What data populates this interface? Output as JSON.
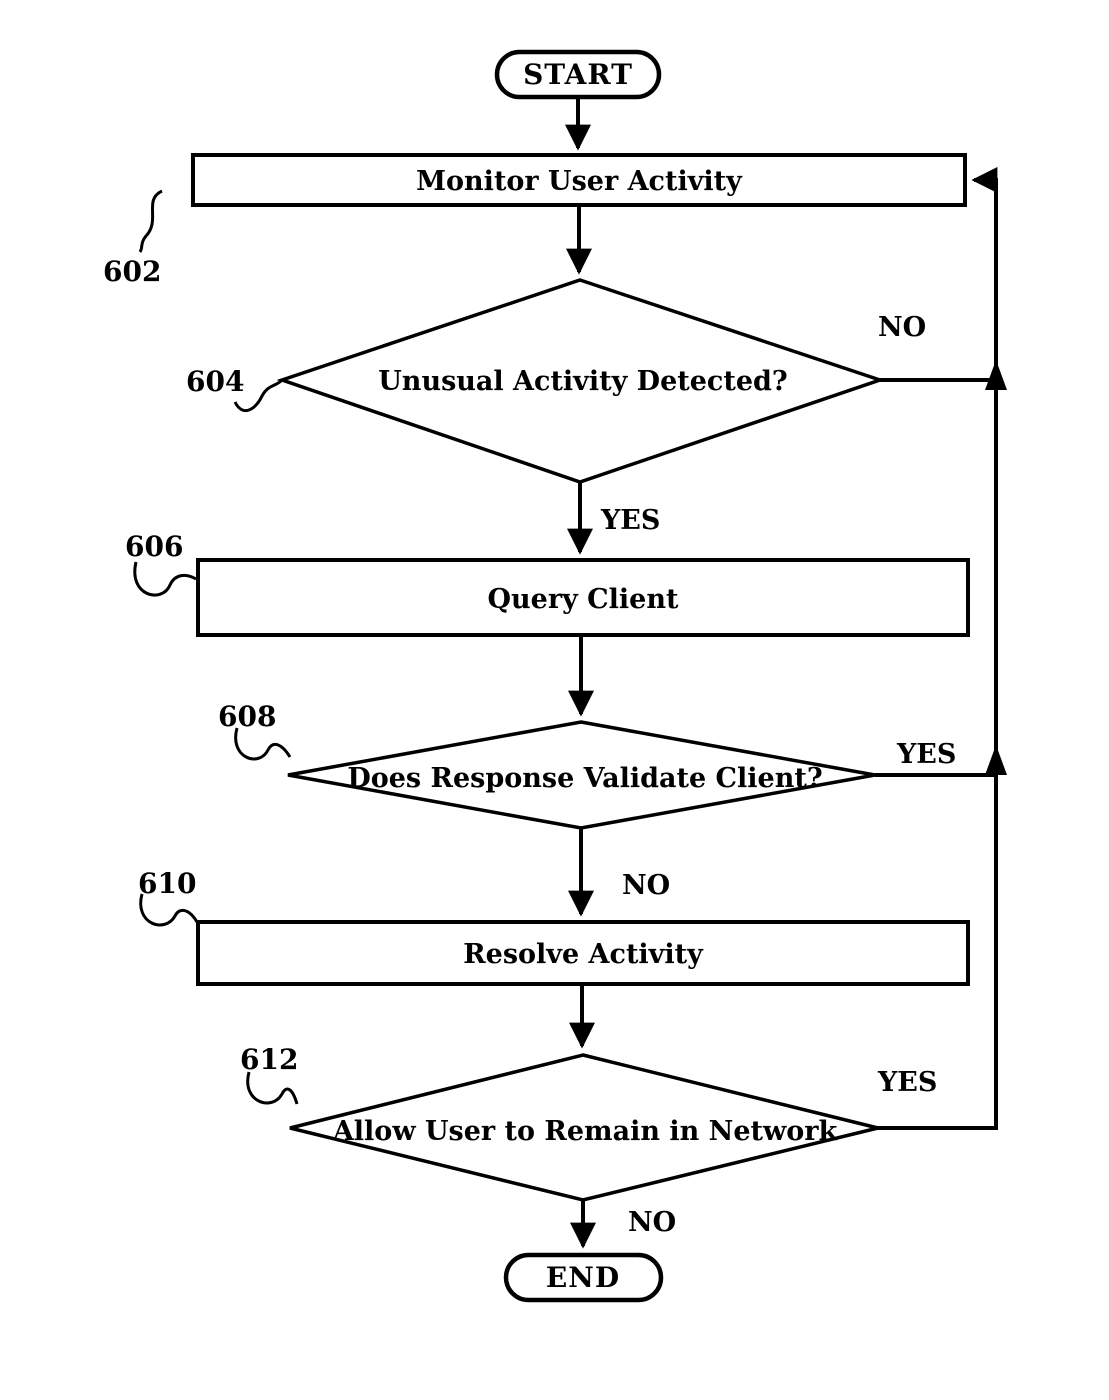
{
  "figure": {
    "background_color": "#ffffff",
    "line_color": "#000000",
    "nodes": {
      "start": {
        "label": "START"
      },
      "monitor": {
        "label": "Monitor User Activity",
        "ref": "602"
      },
      "unusual": {
        "label": "Unusual Activity Detected?",
        "ref": "604"
      },
      "query": {
        "label": "Query Client",
        "ref": "606"
      },
      "validate": {
        "label": "Does Response Validate Client?",
        "ref": "608"
      },
      "resolve": {
        "label": "Resolve Activity",
        "ref": "610"
      },
      "allow": {
        "label": "Allow User to Remain in Network",
        "ref": "612"
      },
      "end": {
        "label": "END"
      }
    },
    "edge_labels": {
      "unusual_no": "NO",
      "unusual_yes": "YES",
      "validate_yes": "YES",
      "validate_no": "NO",
      "allow_yes": "YES",
      "allow_no": "NO"
    }
  }
}
